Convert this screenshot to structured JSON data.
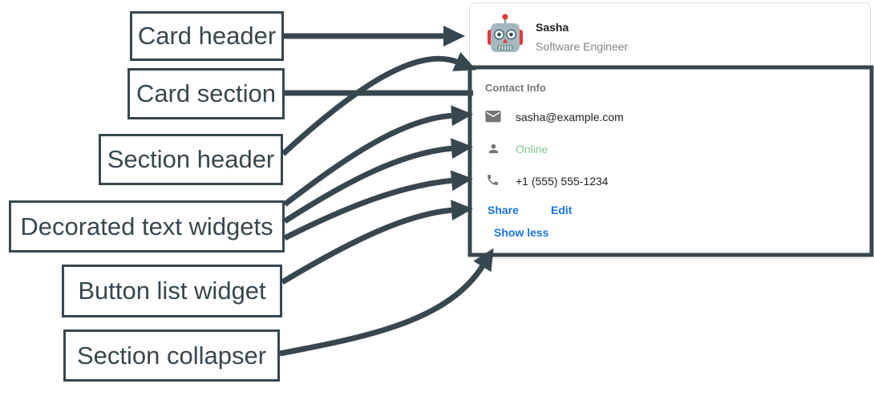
{
  "annotations": {
    "color": "#37474f",
    "labels": [
      {
        "id": "card-header",
        "text": "Card header"
      },
      {
        "id": "card-section",
        "text": "Card section"
      },
      {
        "id": "section-header",
        "text": "Section header"
      },
      {
        "id": "decorated-text-widgets",
        "text": "Decorated text widgets"
      },
      {
        "id": "button-list-widget",
        "text": "Button list widget"
      },
      {
        "id": "section-collapser",
        "text": "Section collapser"
      }
    ]
  },
  "card": {
    "header": {
      "name": "Sasha",
      "subtitle": "Software Engineer",
      "avatar": "robot-avatar"
    },
    "section": {
      "title": "Contact Info",
      "rows": [
        {
          "icon": "email-icon",
          "text": "sasha@example.com"
        },
        {
          "icon": "person-icon",
          "text": "Online"
        },
        {
          "icon": "phone-icon",
          "text": "+1 (555) 555-1234"
        }
      ],
      "buttons": [
        {
          "label": "Share"
        },
        {
          "label": "Edit"
        }
      ],
      "collapser_label": "Show less"
    }
  },
  "colors": {
    "annotation_dark": "#37474f",
    "link_blue": "#1a73e8",
    "online_green": "#81c784",
    "muted_gray": "#757575",
    "text_dark": "#212121",
    "card_border_gray": "#dadce0"
  }
}
